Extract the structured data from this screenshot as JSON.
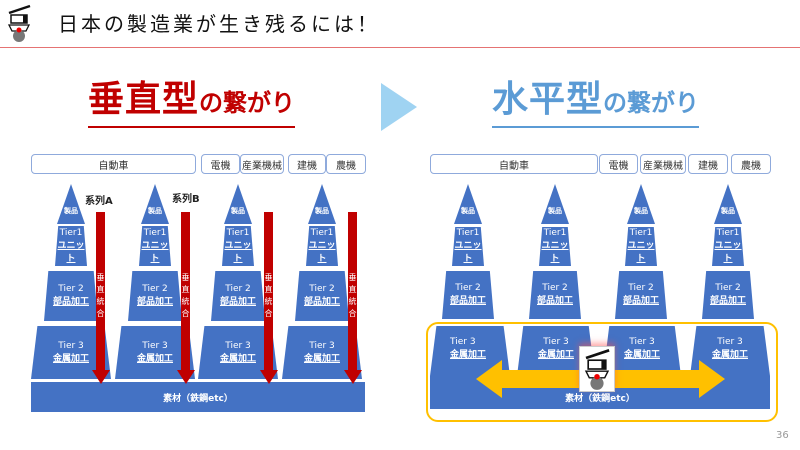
{
  "header": {
    "title": "日本の製造業が生き残るには！",
    "logo_icon": "crane-gear-logo-icon"
  },
  "left": {
    "heading_big": "垂直型",
    "heading_small": "の繋がり",
    "color": "#c00000",
    "categories": [
      "自動車",
      "電機",
      "産業機械",
      "建機",
      "農機"
    ],
    "keiretsu_labels": [
      "系列A",
      "系列B"
    ],
    "arrow_label": "垂直統合",
    "base_label": "素材（鉄鋼etc）"
  },
  "right": {
    "heading_big": "水平型",
    "heading_small": "の繋がり",
    "color": "#5b9bd5",
    "categories": [
      "自動車",
      "電機",
      "産業機械",
      "建機",
      "農機"
    ],
    "base_label": "素材（鉄鋼etc）"
  },
  "pyramid": {
    "product": "製品",
    "tier1": "Tier1",
    "tier1_sub": "ユニット",
    "tier2": "Tier 2",
    "tier2_sub": "部品加工",
    "tier3": "Tier 3",
    "tier3_sub": "金属加工"
  },
  "colors": {
    "pyramid_blue": "#4472c4",
    "vertical_arrow": "#c00000",
    "horizontal_arrow": "#ffc000",
    "transition_arrow": "#9fd3f2",
    "header_line": "#e57373"
  },
  "page_number": "36"
}
